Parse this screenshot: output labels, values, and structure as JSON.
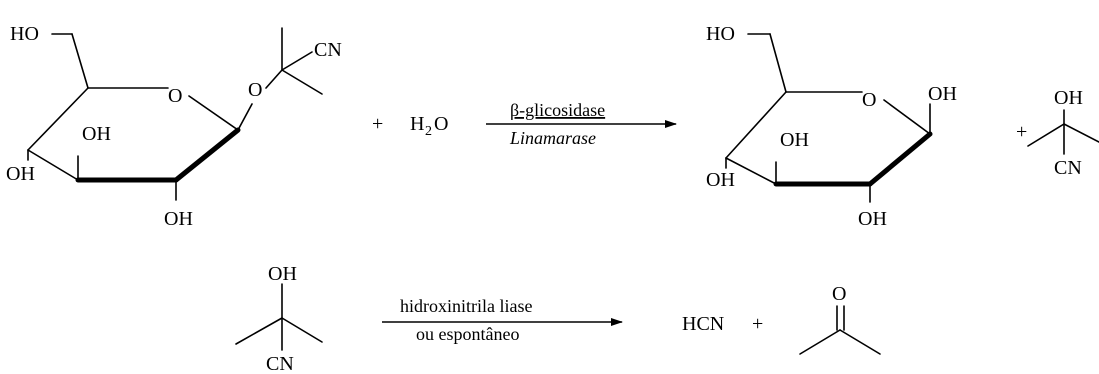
{
  "reaction1": {
    "reactant": {
      "ho_top": "HO",
      "ring_o": "O",
      "glyc_o": "O",
      "cn": "CN",
      "oh_inner": "OH",
      "oh_left": "OH",
      "oh_bottom": "OH"
    },
    "plus1": "+",
    "water": {
      "h": "H",
      "sub": "2",
      "o": "O"
    },
    "arrow": {
      "top": "β-glicosidase",
      "bottom": "Linamarase"
    },
    "product1": {
      "ho_top": "HO",
      "ring_o": "O",
      "oh_anomeric": "OH",
      "oh_inner": "OH",
      "oh_left": "OH",
      "oh_bottom": "OH"
    },
    "plus2": "+",
    "product2": {
      "oh": "OH",
      "cn": "CN"
    }
  },
  "reaction2": {
    "reactant": {
      "oh": "OH",
      "cn": "CN"
    },
    "arrow": {
      "top": "hidroxinitrila liase",
      "bottom": "ou espontâneo"
    },
    "product": {
      "hcn": "HCN",
      "plus": "+",
      "o": "O"
    }
  }
}
